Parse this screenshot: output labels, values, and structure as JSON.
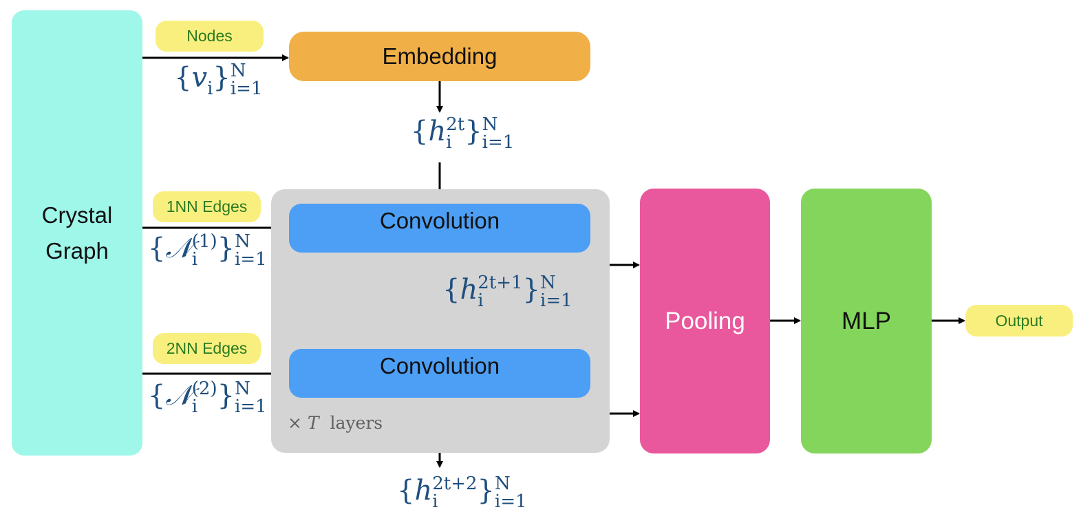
{
  "diagram": {
    "input_block": "Crystal\nGraph",
    "embedding": "Embedding",
    "convolution_1": "Convolution",
    "convolution_2": "Convolution",
    "pooling": "Pooling",
    "mlp": "MLP",
    "labels": {
      "nodes": "Nodes",
      "nn1_edges": "1NN Edges",
      "nn2_edges": "2NN Edges",
      "output": "Output"
    },
    "math": {
      "nodes_set": {
        "var": "v",
        "sub": "i",
        "range_sup": "N",
        "range_sub": "i=1"
      },
      "h_2t": {
        "var": "h",
        "sup": "2t",
        "sub": "i",
        "range_sup": "N",
        "range_sub": "i=1"
      },
      "n1_set": {
        "var": "𝒩",
        "sup": "(1)",
        "sub": "i",
        "range_sup": "N",
        "range_sub": "i=1"
      },
      "h_2t1": {
        "var": "h",
        "sup": "2t+1",
        "sub": "i",
        "range_sup": "N",
        "range_sub": "i=1"
      },
      "n2_set": {
        "var": "𝒩",
        "sup": "(2)",
        "sub": "i",
        "range_sup": "N",
        "range_sub": "i=1"
      },
      "h_2t2": {
        "var": "h",
        "sup": "2t+2",
        "sub": "i",
        "range_sup": "N",
        "range_sub": "i=1"
      }
    },
    "repeat_label": {
      "times": "×",
      "var": "T",
      "word": "layers"
    }
  }
}
